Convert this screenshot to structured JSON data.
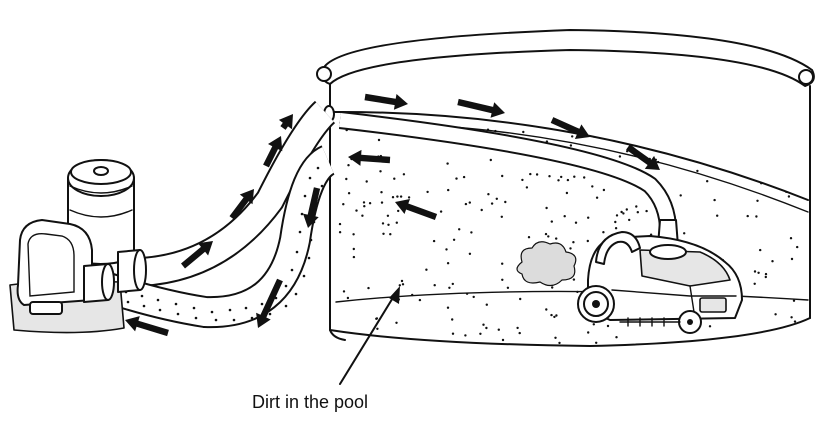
{
  "diagram": {
    "caption": "Dirt in the pool",
    "flow_arrow_count": 14,
    "colors": {
      "stroke": "#111111",
      "background": "#ffffff",
      "fill_light": "#e6e6e6",
      "dirt_cloud": "#dcdcdc"
    },
    "parts": [
      "pool",
      "filter-pump",
      "return-hose",
      "suction-hose",
      "pool-cleaner-robot",
      "dirt-dots",
      "dirt-cloud",
      "flow-arrows"
    ]
  }
}
